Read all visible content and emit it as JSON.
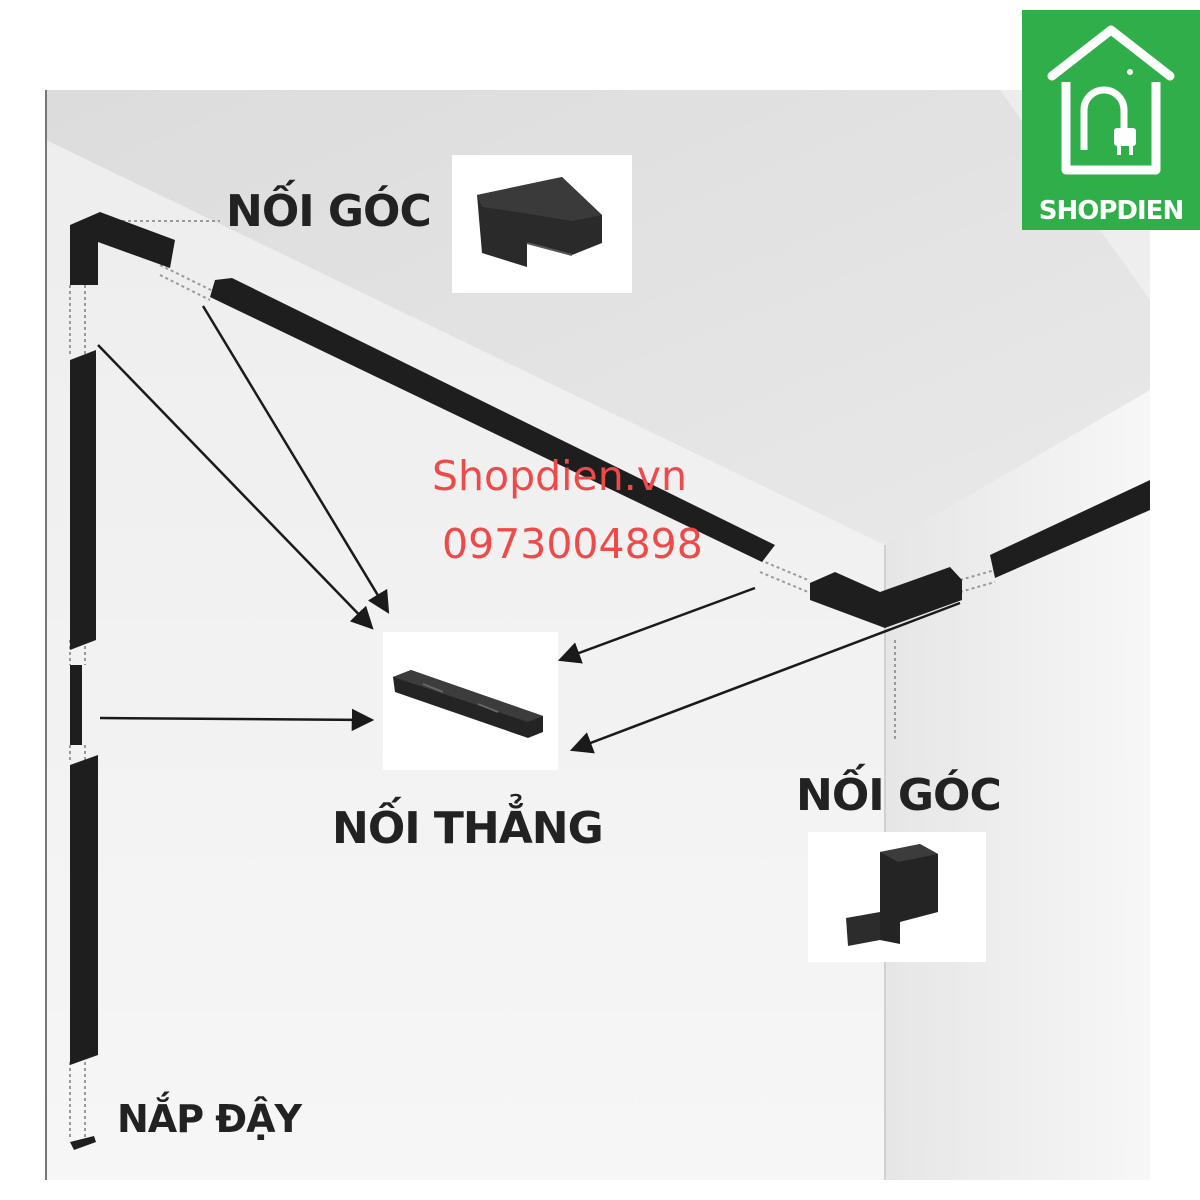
{
  "labels": {
    "corner_top": "NỐI GÓC",
    "corner_right": "NỐI GÓC",
    "straight": "NỐI THẲNG",
    "end_cap": "NẮP ĐẬY"
  },
  "watermark": {
    "site": "Shopdien.vn",
    "phone": "0973004898"
  },
  "logo": {
    "text": "SHOPDIEN",
    "icon": "house-plug-icon"
  },
  "colors": {
    "rail": "#222222",
    "watermark": "#ef4a4a",
    "logo_bg": "#2fae49"
  }
}
